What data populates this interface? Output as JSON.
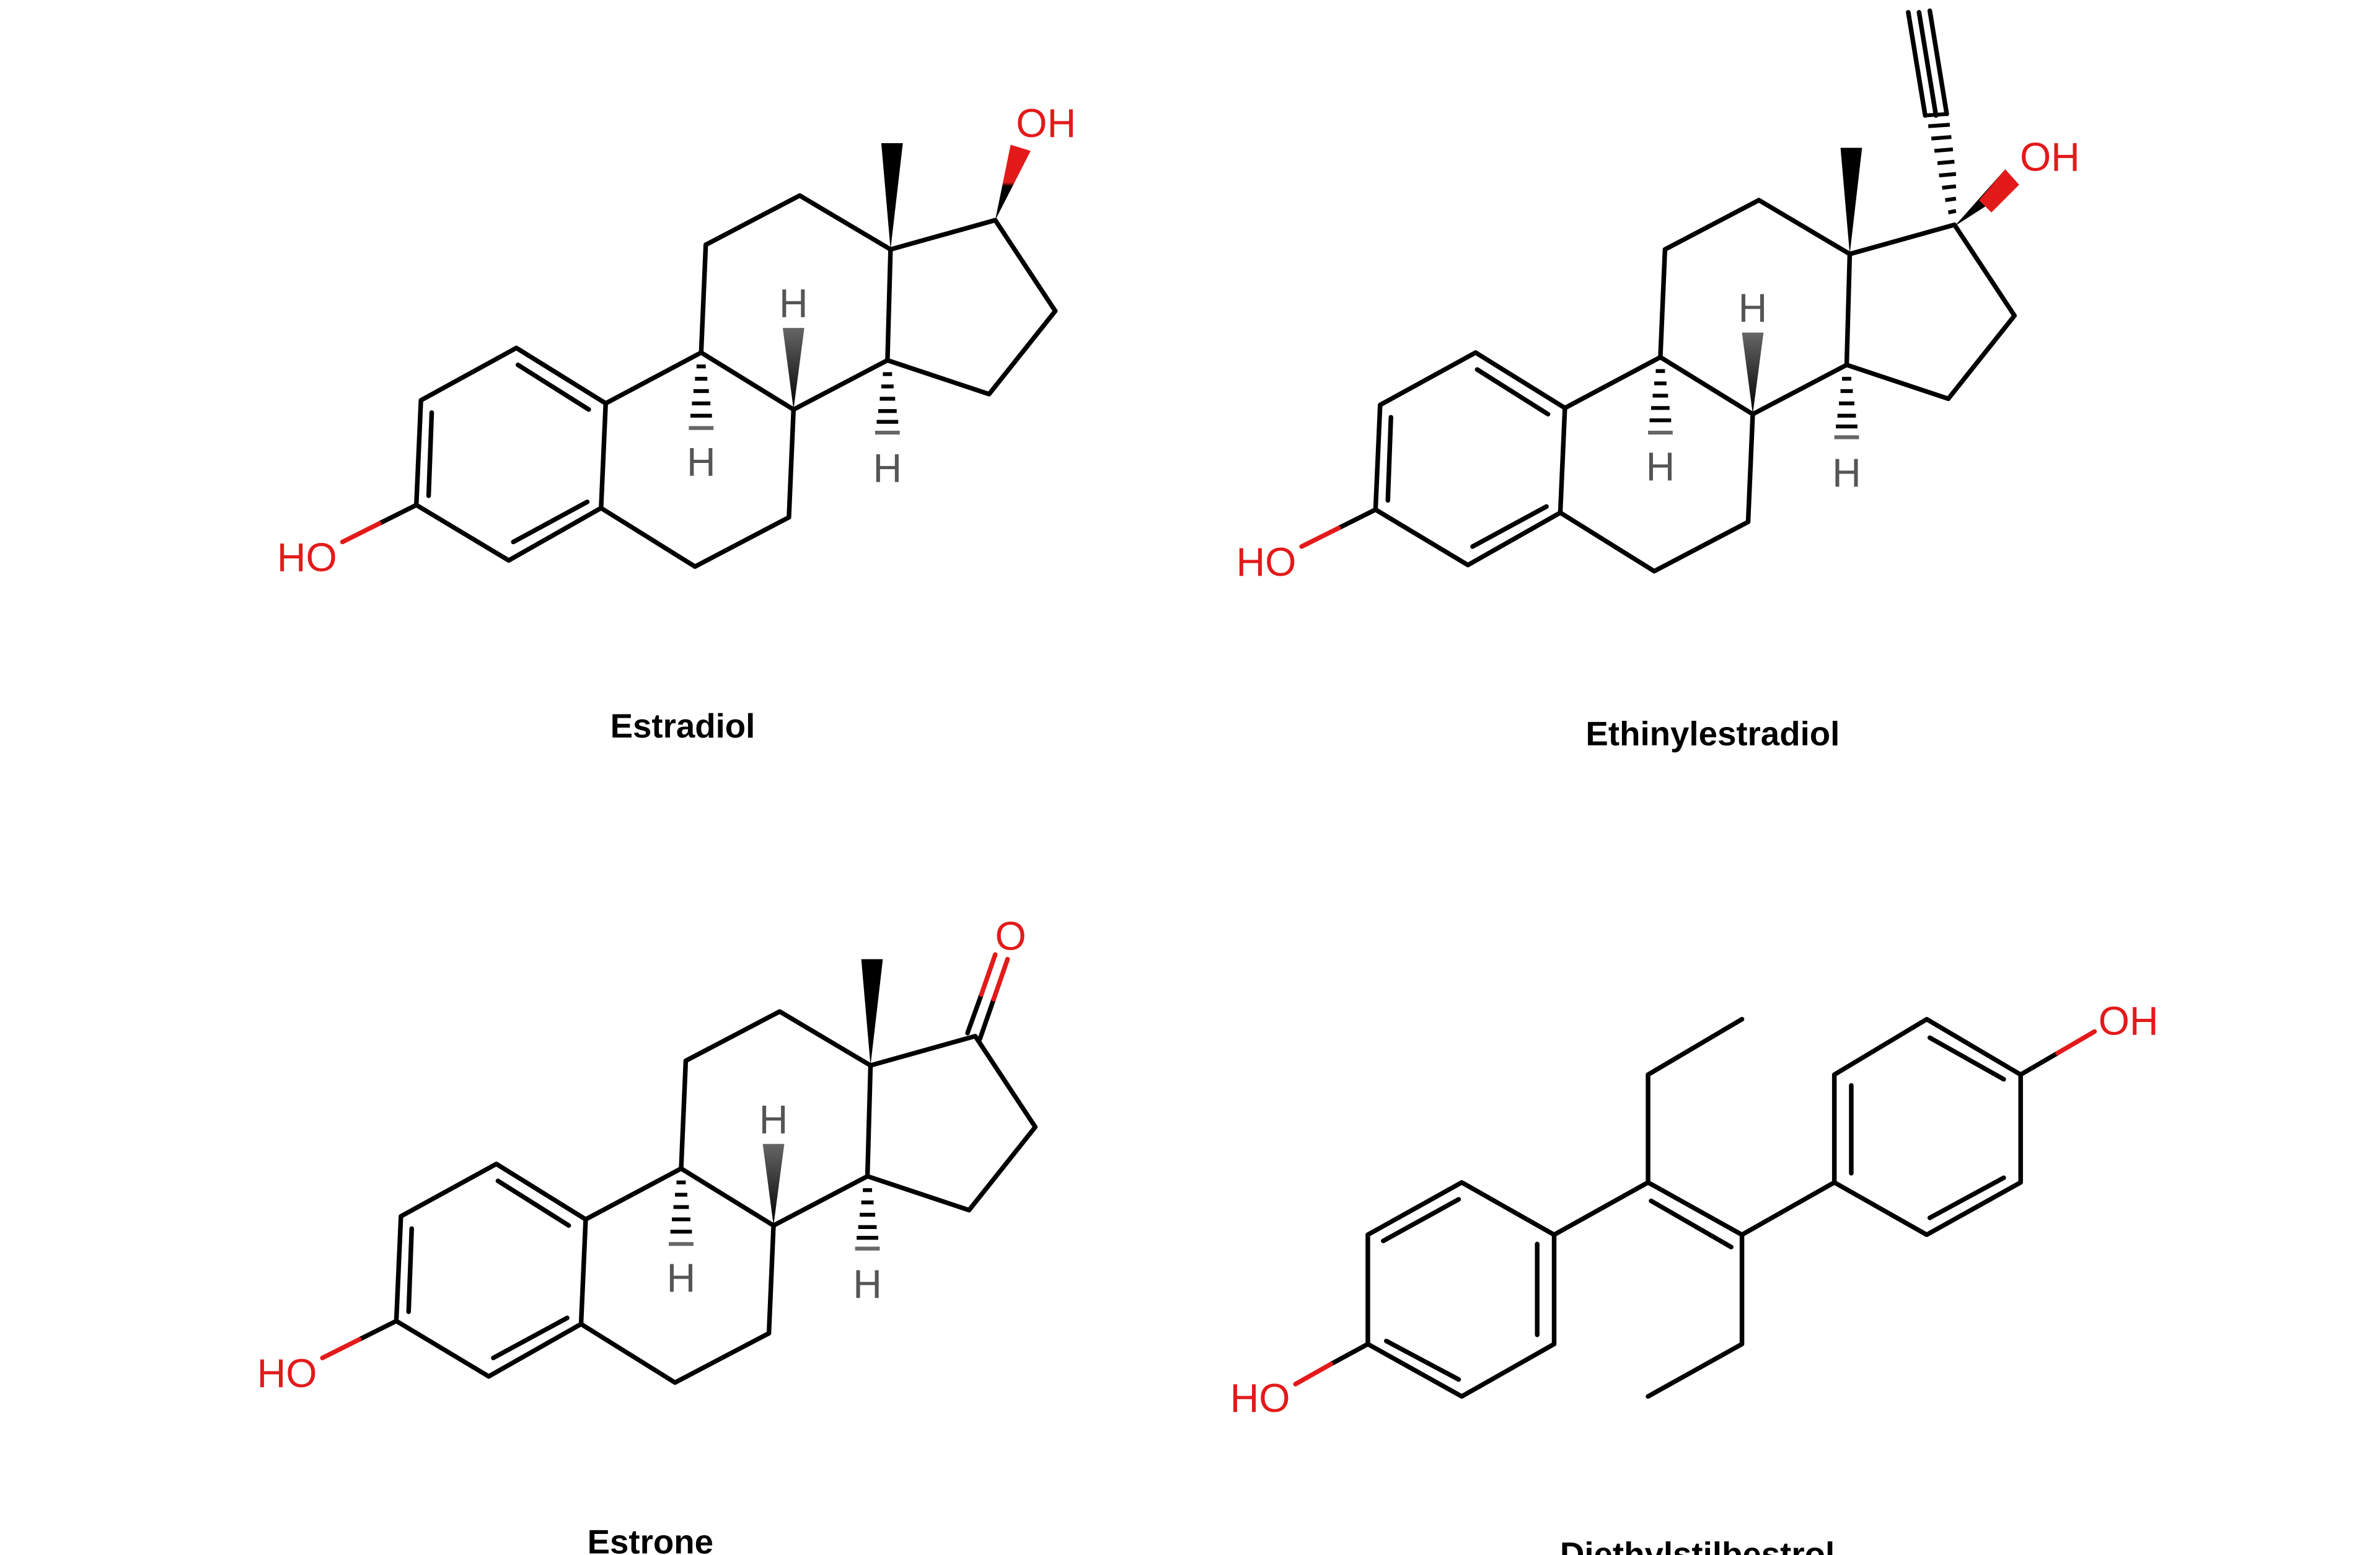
{
  "molecules": [
    {
      "name": "Estradiol",
      "labels": {
        "ho": "HO",
        "oh": "OH",
        "h9": "H",
        "h8": "H",
        "h14": "H"
      }
    },
    {
      "name": "Ethinylestradiol",
      "labels": {
        "ho": "HO",
        "oh": "OH",
        "h9": "H",
        "h8": "H",
        "h14": "H"
      }
    },
    {
      "name": "Estrone",
      "labels": {
        "ho": "HO",
        "o": "O",
        "h9": "H",
        "h8": "H",
        "h14": "H"
      }
    },
    {
      "name": "Diethylstilbestrol",
      "labels": {
        "ho": "HO",
        "oh": "OH"
      }
    }
  ],
  "colors": {
    "bond": "#000000",
    "oxygen": "#e31a1a",
    "hydrogen": "#555555"
  }
}
